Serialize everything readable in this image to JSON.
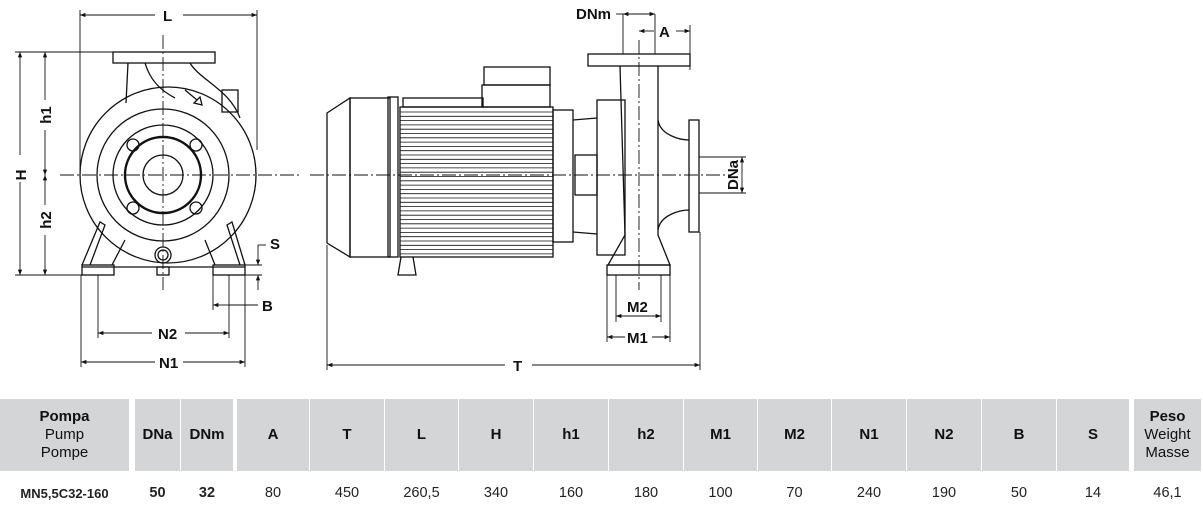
{
  "drawing": {
    "front_labels": {
      "L": "L",
      "H": "H",
      "h1": "h1",
      "h2": "h2",
      "N1": "N1",
      "N2": "N2",
      "B": "B",
      "S": "S"
    },
    "side_labels": {
      "T": "T",
      "A": "A",
      "DNm": "DNm",
      "DNa": "DNa",
      "M1": "M1",
      "M2": "M2"
    }
  },
  "table": {
    "pump_header": [
      "Pompa",
      "Pump",
      "Pompe"
    ],
    "weight_header": [
      "Peso",
      "Weight",
      "Masse"
    ],
    "columns": [
      "DNa",
      "DNm",
      "A",
      "T",
      "L",
      "H",
      "h1",
      "h2",
      "M1",
      "M2",
      "N1",
      "N2",
      "B",
      "S"
    ],
    "row": {
      "model": "MN5,5C32-160",
      "values": [
        "50",
        "32",
        "80",
        "450",
        "260,5",
        "340",
        "160",
        "180",
        "100",
        "70",
        "240",
        "190",
        "50",
        "14"
      ],
      "weight": "46,1"
    }
  }
}
